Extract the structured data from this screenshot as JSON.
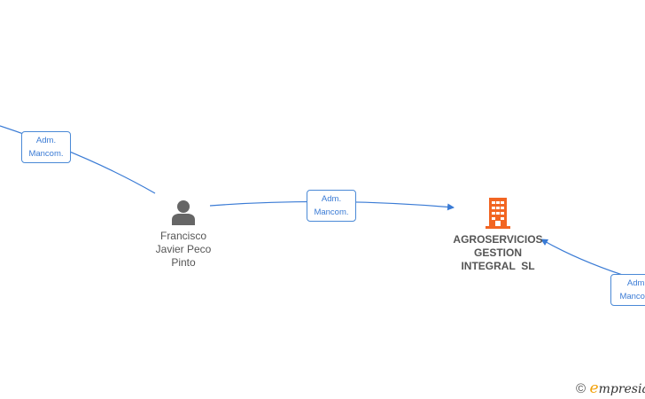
{
  "diagram": {
    "nodes": {
      "person": {
        "name_lines": [
          "Francisco",
          "Javier Peco",
          "Pinto"
        ],
        "icon": "person-icon",
        "color": "#666666"
      },
      "company": {
        "name_lines": [
          "AGROSERVICIOS",
          "GESTION",
          "INTEGRAL  SL"
        ],
        "icon": "building-icon",
        "color": "#f26522"
      }
    },
    "edges": [
      {
        "id": "left",
        "label_lines": [
          "Adm.",
          "Mancom."
        ]
      },
      {
        "id": "mid",
        "label_lines": [
          "Adm.",
          "Mancom."
        ]
      },
      {
        "id": "right",
        "label_lines": [
          "Adm.",
          "Mancom."
        ]
      }
    ],
    "edge_color": "#3a7bd5"
  },
  "brand": {
    "copyright_symbol": "©",
    "initial": "e",
    "rest": "mpresia"
  }
}
